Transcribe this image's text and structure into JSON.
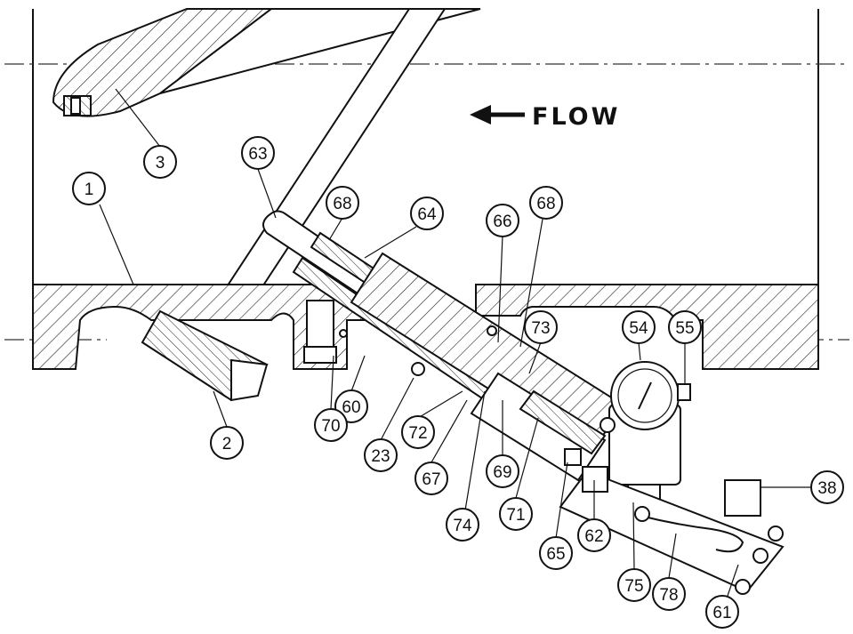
{
  "flow_label": "FLOW",
  "callouts": [
    {
      "id": "c1",
      "label": "1"
    },
    {
      "id": "c2",
      "label": "2"
    },
    {
      "id": "c3",
      "label": "3"
    },
    {
      "id": "c23",
      "label": "23"
    },
    {
      "id": "c38",
      "label": "38"
    },
    {
      "id": "c54",
      "label": "54"
    },
    {
      "id": "c55",
      "label": "55"
    },
    {
      "id": "c60",
      "label": "60"
    },
    {
      "id": "c61",
      "label": "61"
    },
    {
      "id": "c62",
      "label": "62"
    },
    {
      "id": "c63",
      "label": "63"
    },
    {
      "id": "c64",
      "label": "64"
    },
    {
      "id": "c65",
      "label": "65"
    },
    {
      "id": "c66",
      "label": "66"
    },
    {
      "id": "c67",
      "label": "67"
    },
    {
      "id": "c68a",
      "label": "68"
    },
    {
      "id": "c68b",
      "label": "68"
    },
    {
      "id": "c69",
      "label": "69"
    },
    {
      "id": "c70",
      "label": "70"
    },
    {
      "id": "c71",
      "label": "71"
    },
    {
      "id": "c72",
      "label": "72"
    },
    {
      "id": "c73",
      "label": "73"
    },
    {
      "id": "c74",
      "label": "74"
    },
    {
      "id": "c75",
      "label": "75"
    },
    {
      "id": "c78",
      "label": "78"
    }
  ]
}
